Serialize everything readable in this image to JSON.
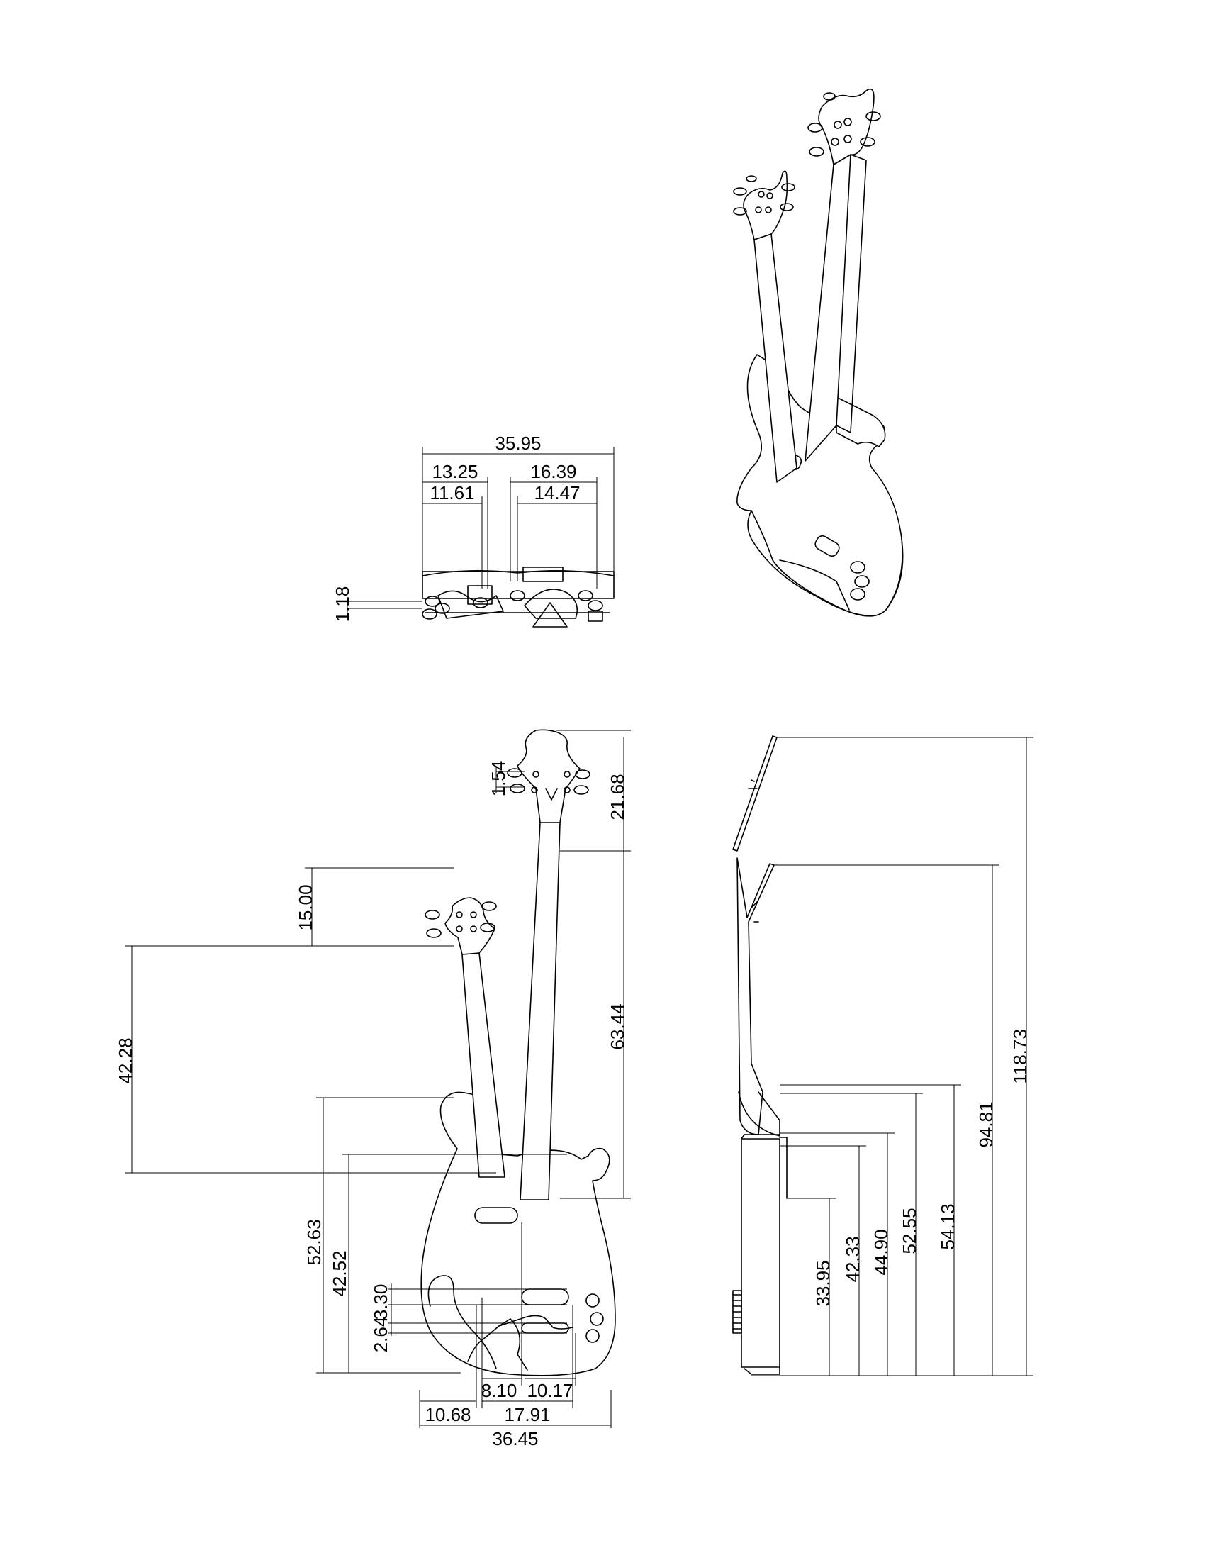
{
  "drawing": {
    "top_view": {
      "overall_width": "35.95",
      "neck1_outer": "13.25",
      "neck1_inner": "11.61",
      "neck2_outer": "16.39",
      "neck2_inner": "14.47",
      "thickness": "1.18"
    },
    "front_view": {
      "tuner_offset": "1.54",
      "headstock_long": "21.68",
      "headstock_short": "15.00",
      "neck_long": "63.44",
      "neck_short": "42.28",
      "body_height_1": "52.63",
      "body_height_2": "42.52",
      "pickup_a": "3.30",
      "pickup_b": "2.64",
      "width_a": "8.10",
      "width_b": "10.17",
      "width_c": "10.68",
      "width_d": "17.91",
      "overall_width": "36.45"
    },
    "side_view": {
      "h1": "33.95",
      "h2": "42.33",
      "h3": "44.90",
      "h4": "52.55",
      "h5": "54.13",
      "h6": "94.81",
      "overall_height": "118.73"
    },
    "colors": {
      "line": "#000000",
      "background": "#ffffff"
    }
  }
}
